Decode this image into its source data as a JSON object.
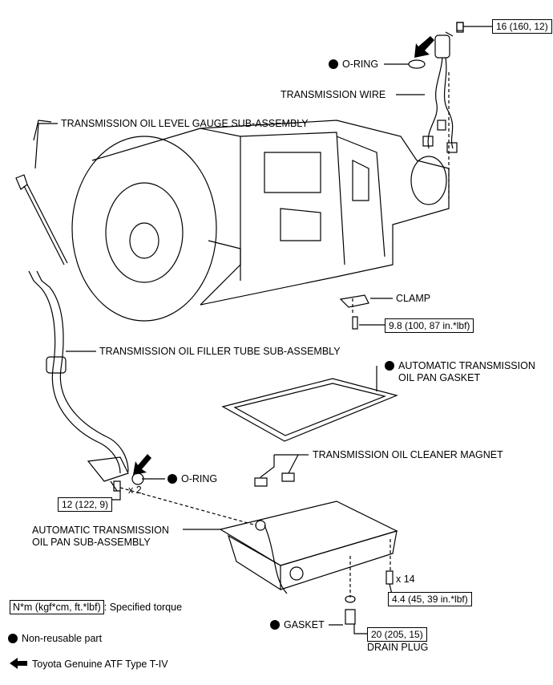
{
  "labels": {
    "torque_top": "16 (160, 12)",
    "oring_top": "O-RING",
    "trans_wire": "TRANSMISSION WIRE",
    "gauge": "TRANSMISSION OIL LEVEL GAUGE SUB-ASSEMBLY",
    "clamp": "CLAMP",
    "torque_clamp": "9.8 (100, 87 in.*lbf)",
    "filler_tube": "TRANSMISSION OIL FILLER TUBE SUB-ASSEMBLY",
    "pan_gasket_1": "AUTOMATIC TRANSMISSION",
    "pan_gasket_2": "OIL PAN GASKET",
    "magnet": "TRANSMISSION OIL CLEANER MAGNET",
    "oring_bottom": "O-RING",
    "qty_tube_bolt": "x 2",
    "torque_tube": "12 (122, 9)",
    "oil_pan_1": "AUTOMATIC TRANSMISSION",
    "oil_pan_2": "OIL PAN SUB-ASSEMBLY",
    "qty_pan_bolt": "x 14",
    "torque_pan": "4.4 (45, 39 in.*lbf)",
    "gasket": "GASKET",
    "torque_drain": "20 (205, 15)",
    "drain_plug": "DRAIN PLUG"
  },
  "legend": {
    "torque_box": "N*m (kgf*cm, ft.*lbf)",
    "torque_text": ": Specified torque",
    "non_reusable": "Non-reusable part",
    "atf": "Toyota Genuine ATF Type T-IV"
  }
}
